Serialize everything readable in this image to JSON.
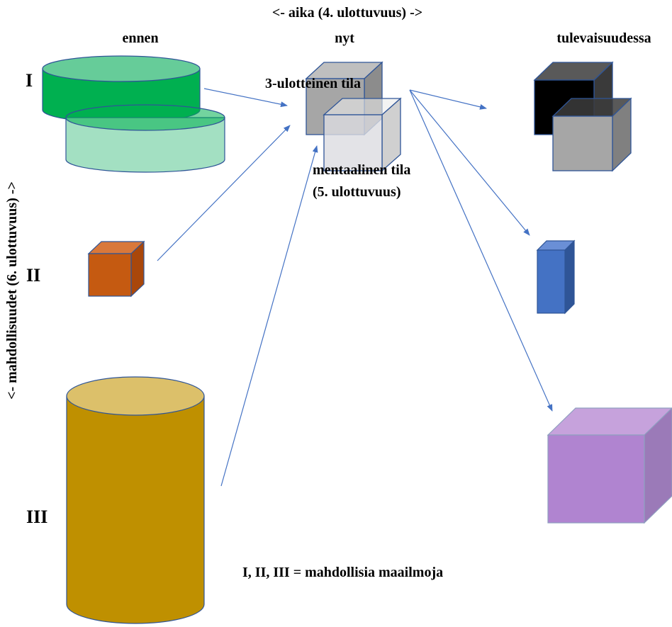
{
  "header": {
    "time_axis": "<- aika (4. ulottuvuus) ->",
    "past": "ennen",
    "now": "nyt",
    "future": "tulevaisuudessa"
  },
  "side": {
    "possibilities_axis": "<- mahdollisuudet (6. ulottuvuus) ->"
  },
  "rows": {
    "row1": "I",
    "row2": "II",
    "row3": "III"
  },
  "labels": {
    "space_3d": "3-ulotteinen tila",
    "mental_line1": "mentaalinen tila",
    "mental_line2": "(5. ulottuvuus)",
    "legend": "I, II, III = mahdollisia maailmoja"
  },
  "colors": {
    "arrow": "#4472c4",
    "green_dark": "#00b050",
    "green_light": "#a3e0c2",
    "orange": "#c55a11",
    "gold": "#bf9000",
    "gray": "#a6a6a6",
    "black_cube": "#000000",
    "blue": "#4472c4",
    "purple": "#b084d0"
  }
}
